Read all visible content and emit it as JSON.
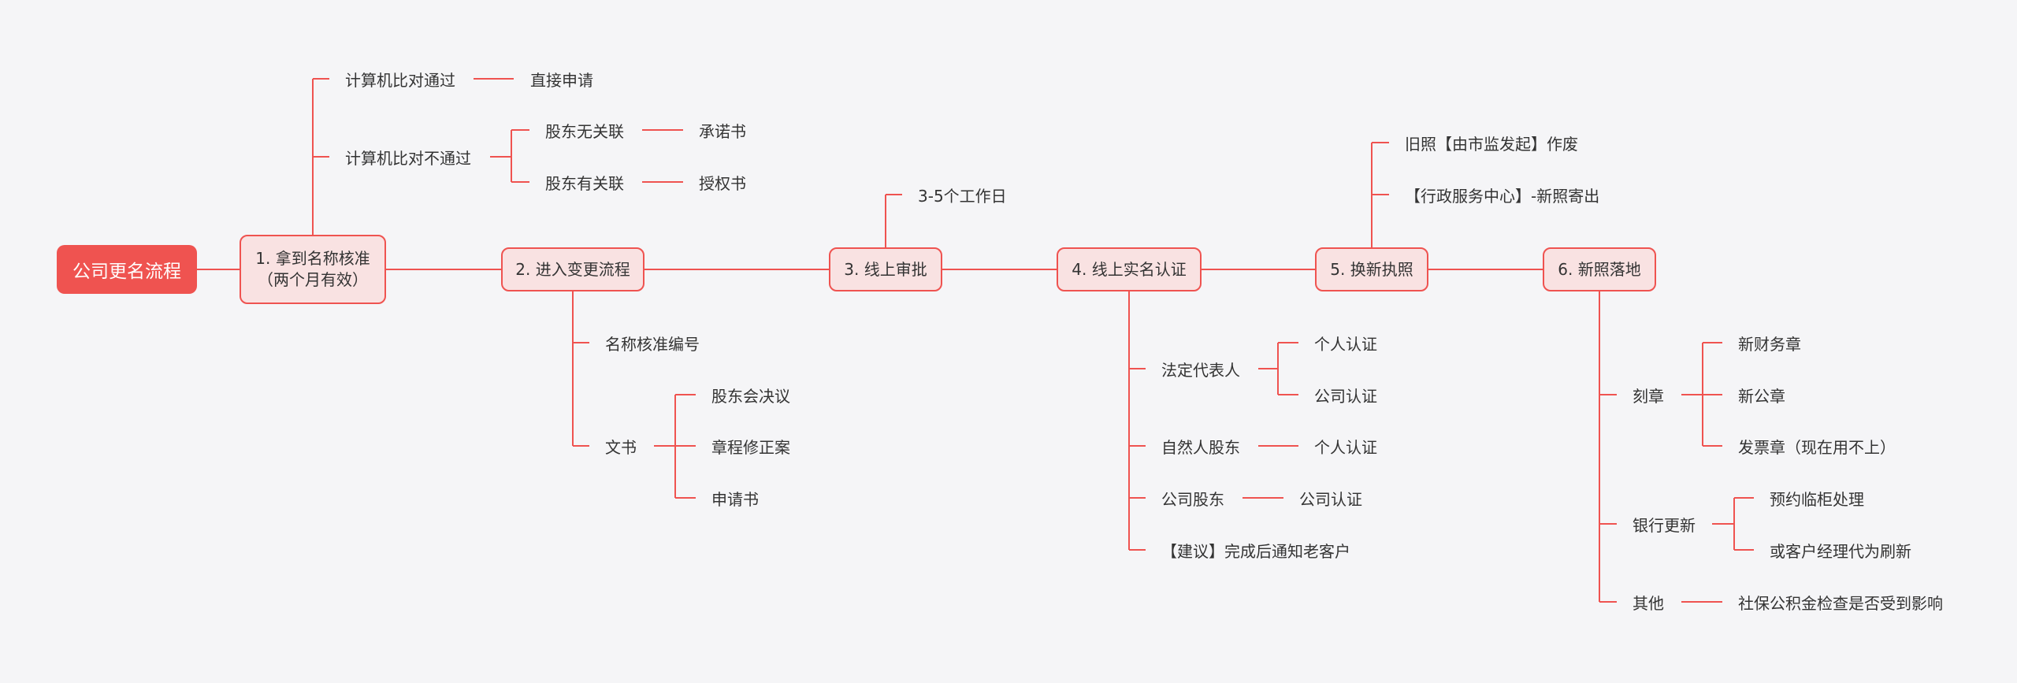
{
  "colors": {
    "background": "#f5f5f7",
    "accent": "#ef5350",
    "node_fill": "#f9e2e2",
    "text": "#333333"
  },
  "root": {
    "label": "公司更名流程"
  },
  "steps": [
    {
      "line1": "1. 拿到名称核准",
      "line2": "（两个月有效）",
      "children": [
        {
          "label": "计算机比对通过",
          "children": [
            {
              "label": "直接申请"
            }
          ]
        },
        {
          "label": "计算机比对不通过",
          "children": [
            {
              "label": "股东无关联",
              "children": [
                {
                  "label": "承诺书"
                }
              ]
            },
            {
              "label": "股东有关联",
              "children": [
                {
                  "label": "授权书"
                }
              ]
            }
          ]
        }
      ]
    },
    {
      "line1": "2. 进入变更流程",
      "children": [
        {
          "label": "名称核准编号"
        },
        {
          "label": "文书",
          "children": [
            {
              "label": "股东会决议"
            },
            {
              "label": "章程修正案"
            },
            {
              "label": "申请书"
            }
          ]
        }
      ]
    },
    {
      "line1": "3. 线上审批",
      "children": [
        {
          "label": "3-5个工作日"
        }
      ]
    },
    {
      "line1": "4. 线上实名认证",
      "children": [
        {
          "label": "法定代表人",
          "children": [
            {
              "label": "个人认证"
            },
            {
              "label": "公司认证"
            }
          ]
        },
        {
          "label": "自然人股东",
          "children": [
            {
              "label": "个人认证"
            }
          ]
        },
        {
          "label": "公司股东",
          "children": [
            {
              "label": "公司认证"
            }
          ]
        },
        {
          "label": "【建议】完成后通知老客户"
        }
      ]
    },
    {
      "line1": "5. 换新执照",
      "children": [
        {
          "label": "旧照【由市监发起】作废"
        },
        {
          "label": "【行政服务中心】-新照寄出"
        }
      ]
    },
    {
      "line1": "6. 新照落地",
      "children": [
        {
          "label": "刻章",
          "children": [
            {
              "label": "新财务章"
            },
            {
              "label": "新公章"
            },
            {
              "label": "发票章（现在用不上）"
            }
          ]
        },
        {
          "label": "银行更新",
          "children": [
            {
              "label": "预约临柜处理"
            },
            {
              "label": "或客户经理代为刷新"
            }
          ]
        },
        {
          "label": "其他",
          "children": [
            {
              "label": "社保公积金检查是否受到影响"
            }
          ]
        }
      ]
    }
  ]
}
